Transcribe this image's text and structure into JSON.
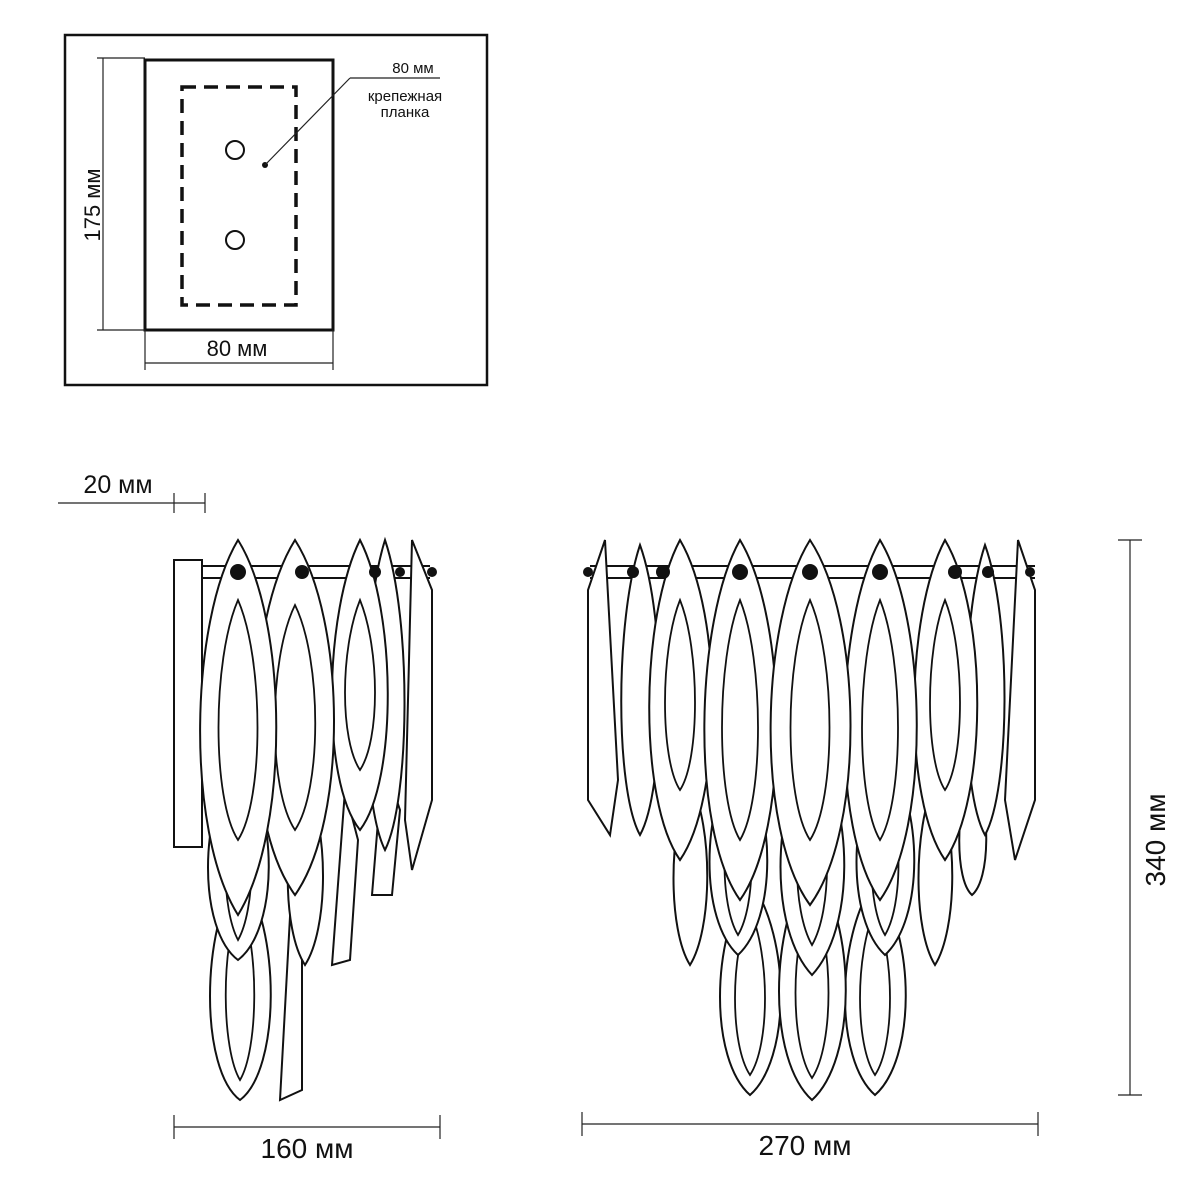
{
  "mount_plate": {
    "height_label": "175 мм",
    "width_label": "80 мм",
    "callout_top": "80 мм",
    "callout_line1": "крепежная",
    "callout_line2": "планка"
  },
  "side_view": {
    "depth_label": "20 мм",
    "width_label": "160 мм"
  },
  "front_view": {
    "width_label": "270 мм",
    "height_label": "340 мм"
  }
}
